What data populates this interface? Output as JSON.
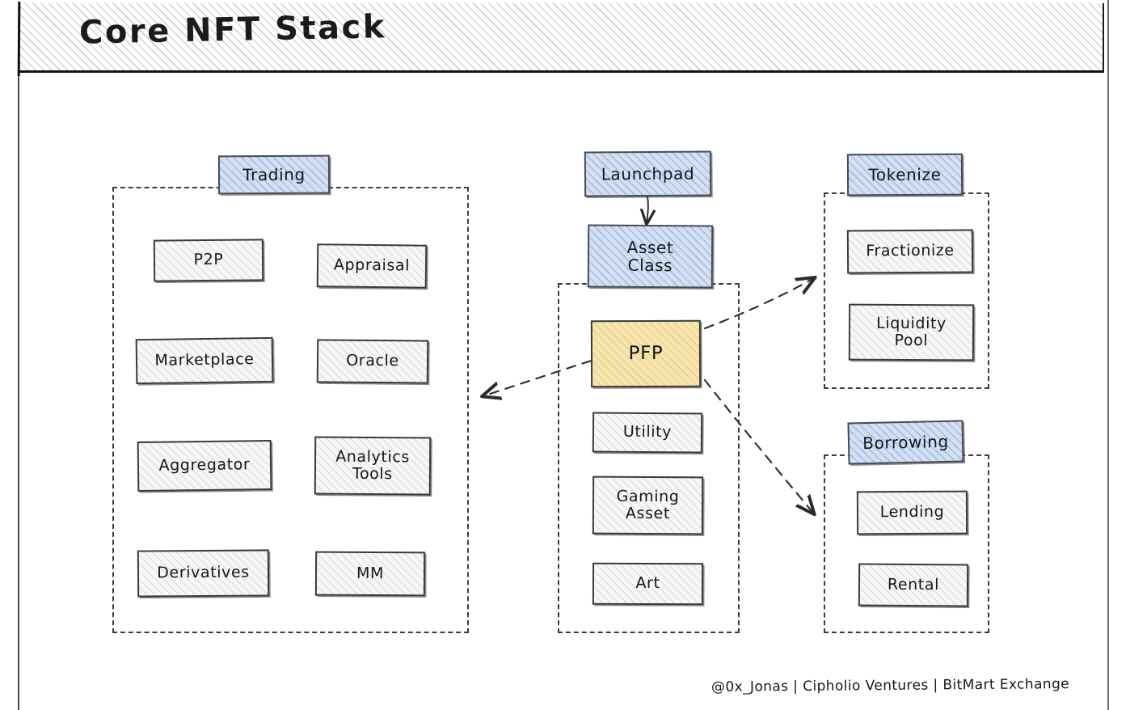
{
  "header": {
    "title": "Core NFT Stack"
  },
  "footer": {
    "credits": "@0x_Jonas | Cipholio Ventures | BitMart Exchange"
  },
  "colors": {
    "blue_fill": "#d3dff3",
    "yellow_fill": "#f6e6ae",
    "gray_fill": "#f7f7f7",
    "stroke": "#3a3a3a",
    "text": "#15151a"
  },
  "groups": [
    {
      "id": "trading",
      "header_label": "Trading",
      "header_style": "blue",
      "items": [
        {
          "label": "P2P",
          "style": "gray"
        },
        {
          "label": "Appraisal",
          "style": "gray"
        },
        {
          "label": "Marketplace",
          "style": "gray"
        },
        {
          "label": "Oracle",
          "style": "gray"
        },
        {
          "label": "Aggregator",
          "style": "gray"
        },
        {
          "label": "Analytics\nTools",
          "style": "gray"
        },
        {
          "label": "Derivatives",
          "style": "gray"
        },
        {
          "label": "MM",
          "style": "gray"
        }
      ]
    },
    {
      "id": "asset-class",
      "header_label": "Asset\nClass",
      "header_style": "blue",
      "source_label": "Launchpad",
      "source_style": "blue",
      "items": [
        {
          "label": "PFP",
          "style": "yellow"
        },
        {
          "label": "Utility",
          "style": "gray"
        },
        {
          "label": "Gaming\nAsset",
          "style": "gray"
        },
        {
          "label": "Art",
          "style": "gray"
        }
      ]
    },
    {
      "id": "tokenize",
      "header_label": "Tokenize",
      "header_style": "blue",
      "items": [
        {
          "label": "Fractionize",
          "style": "gray"
        },
        {
          "label": "Liquidity\nPool",
          "style": "gray"
        }
      ]
    },
    {
      "id": "borrowing",
      "header_label": "Borrowing",
      "header_style": "blue",
      "items": [
        {
          "label": "Lending",
          "style": "gray"
        },
        {
          "label": "Rental",
          "style": "gray"
        }
      ]
    }
  ],
  "connections": [
    {
      "from": "Launchpad",
      "to": "Asset Class",
      "style": "solid-arrow"
    },
    {
      "from": "PFP",
      "to": "Trading",
      "style": "dashed-arrow"
    },
    {
      "from": "PFP",
      "to": "Tokenize",
      "style": "dashed-arrow"
    },
    {
      "from": "PFP",
      "to": "Borrowing",
      "style": "dashed-arrow"
    }
  ]
}
